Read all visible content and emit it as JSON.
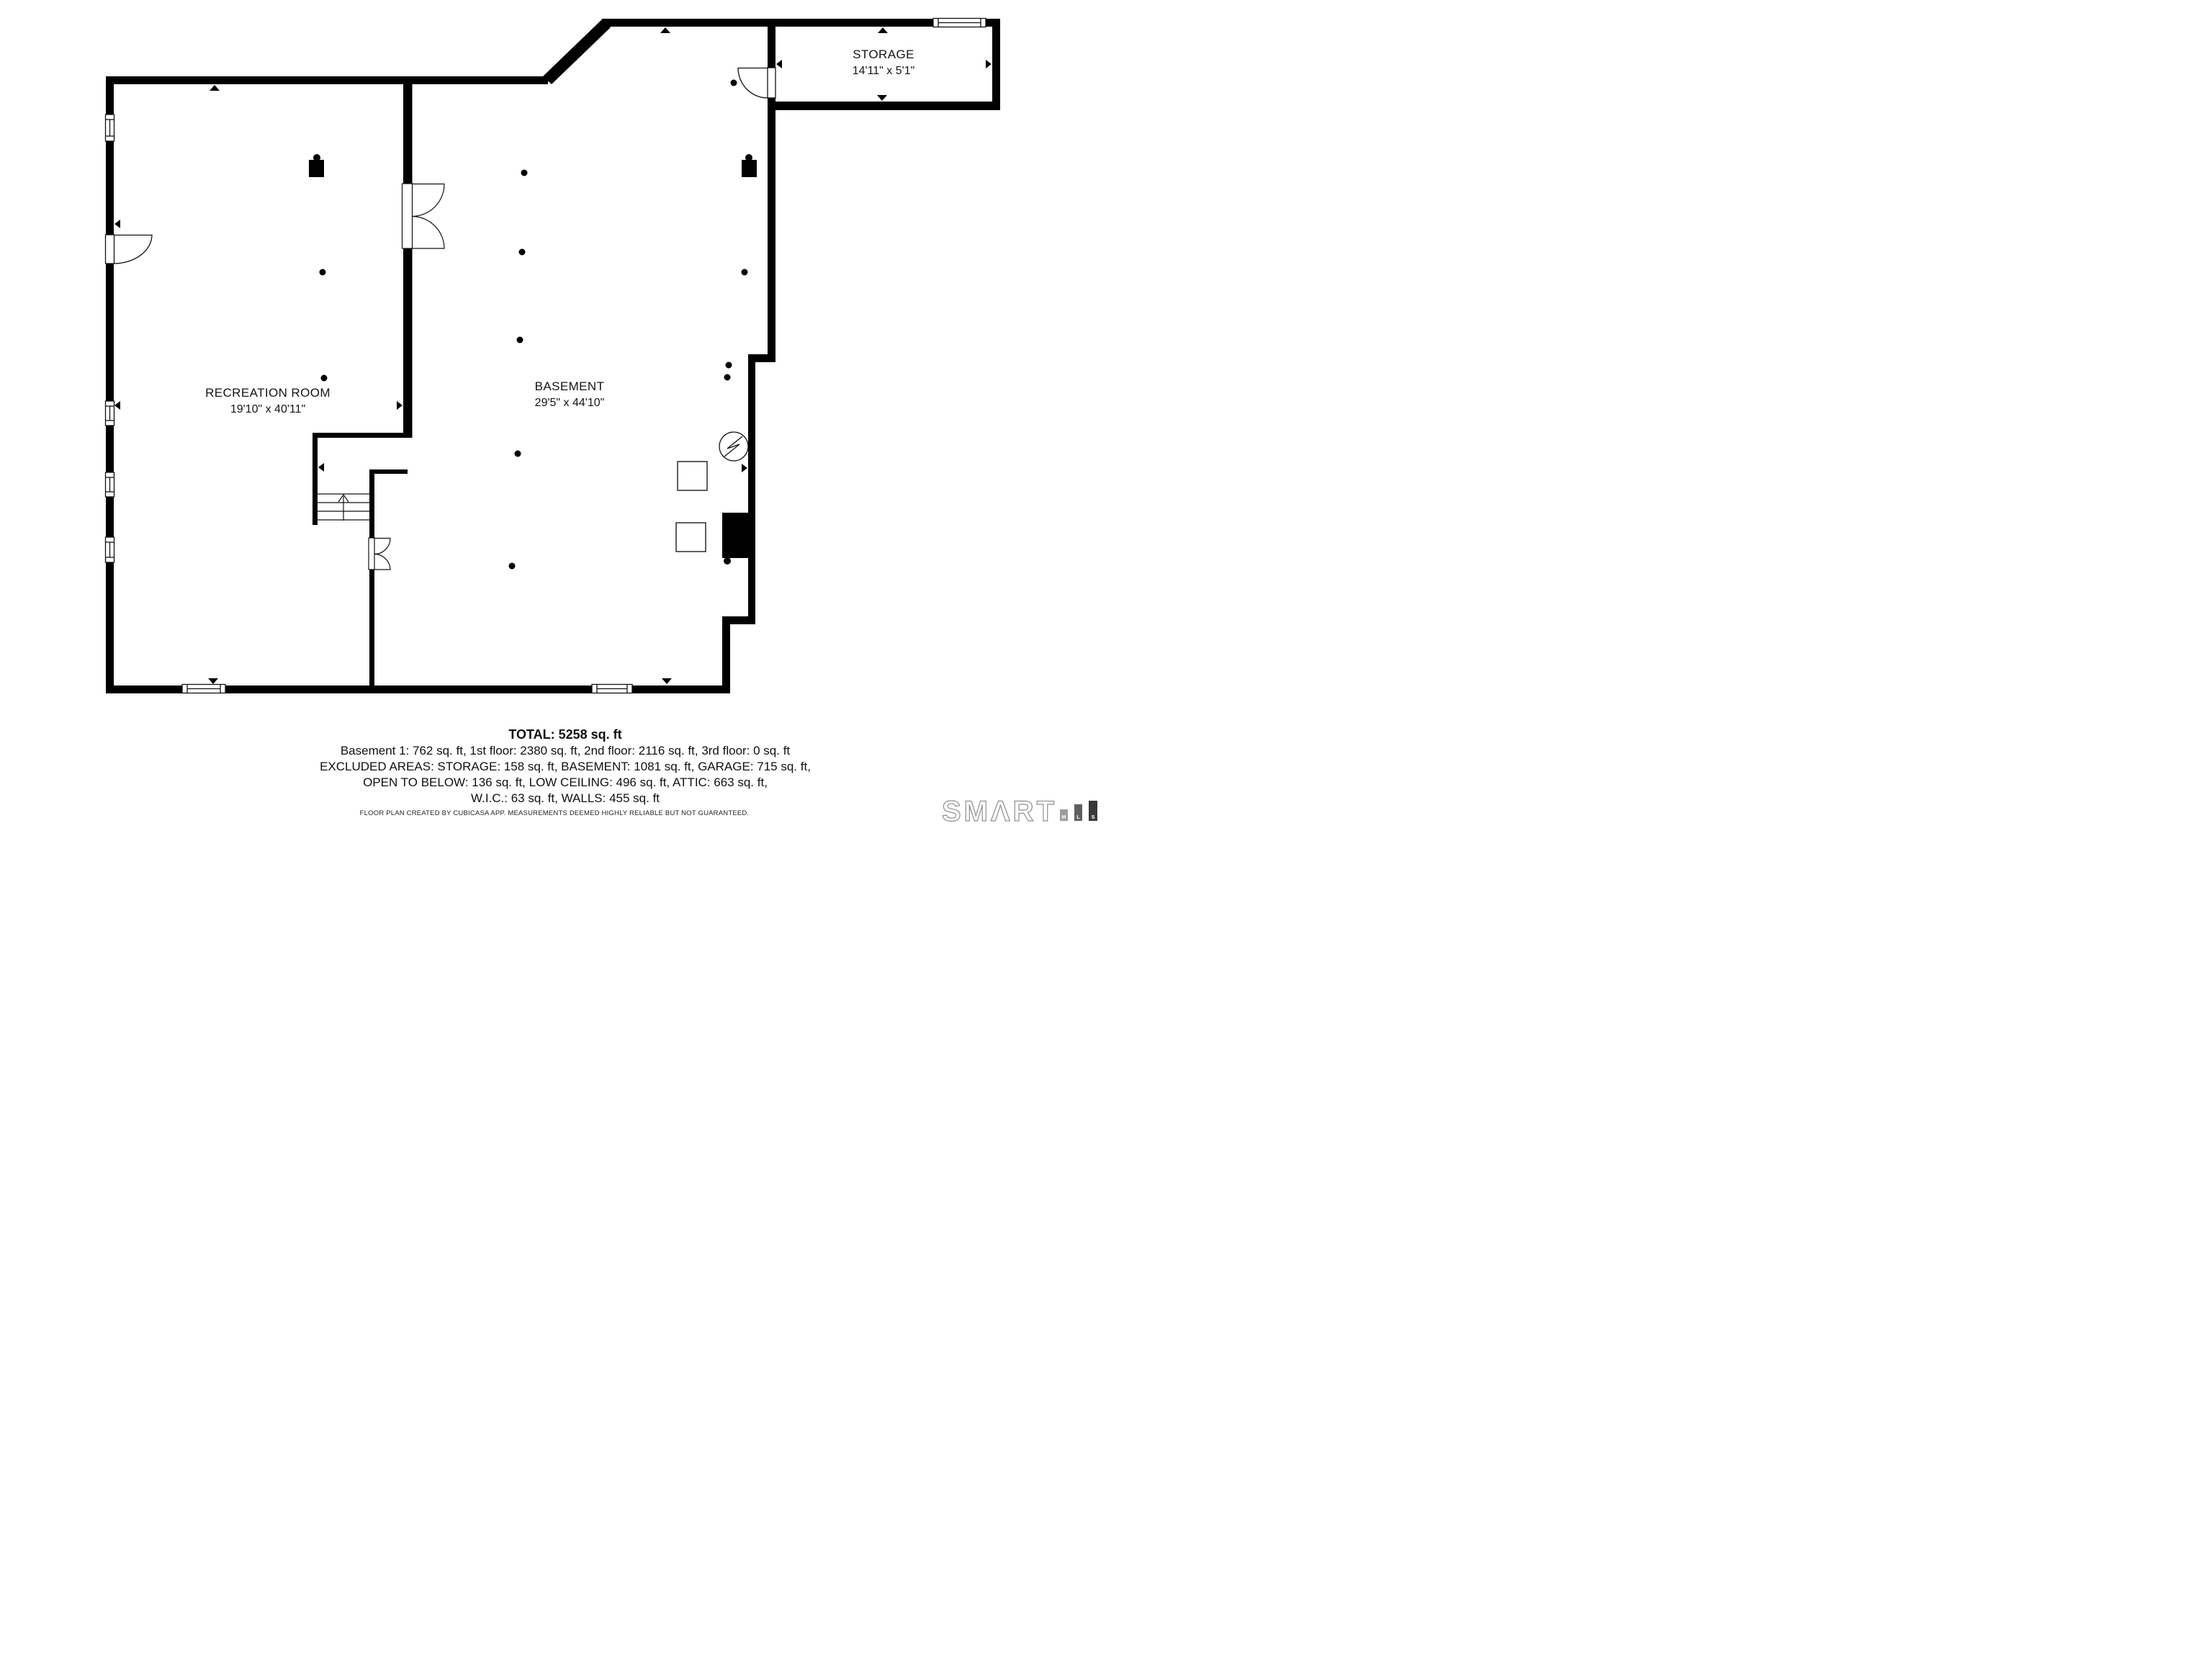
{
  "plan": {
    "rooms": [
      {
        "name": "RECREATION ROOM",
        "dims": "19'10\" x 40'11\""
      },
      {
        "name": "BASEMENT",
        "dims": "29'5\" x 44'10\""
      },
      {
        "name": "STORAGE",
        "dims": "14'11\" x 5'1\""
      }
    ],
    "symbols": [
      "lightning-icon",
      "stairs-up-arrow-icon",
      "support-post-icon",
      "door-swing-icon",
      "window-icon"
    ]
  },
  "summary": {
    "total": "TOTAL: 5258 sq. ft",
    "lines": [
      "Basement 1: 762 sq. ft, 1st floor: 2380 sq. ft, 2nd floor: 2116 sq. ft, 3rd floor: 0 sq. ft",
      "EXCLUDED AREAS: STORAGE: 158 sq. ft, BASEMENT: 1081 sq. ft, GARAGE: 715 sq. ft,",
      "OPEN TO BELOW: 136 sq. ft, LOW CEILING: 496 sq. ft, ATTIC: 663 sq. ft,",
      "W.I.C.: 63 sq. ft, WALLS: 455 sq. ft"
    ]
  },
  "disclaimer": "FLOOR PLAN CREATED BY CUBICASA APP. MEASUREMENTS DEEMED HIGHLY RELIABLE BUT NOT GUARANTEED.",
  "logo": {
    "brand": "SMΛRT",
    "bars": [
      {
        "label": "M",
        "color": "#9c9c9c"
      },
      {
        "label": "L",
        "color": "#5f5f5f"
      },
      {
        "label": "S",
        "color": "#383838"
      }
    ],
    "wall_color": "#000000",
    "background": "#ffffff"
  }
}
